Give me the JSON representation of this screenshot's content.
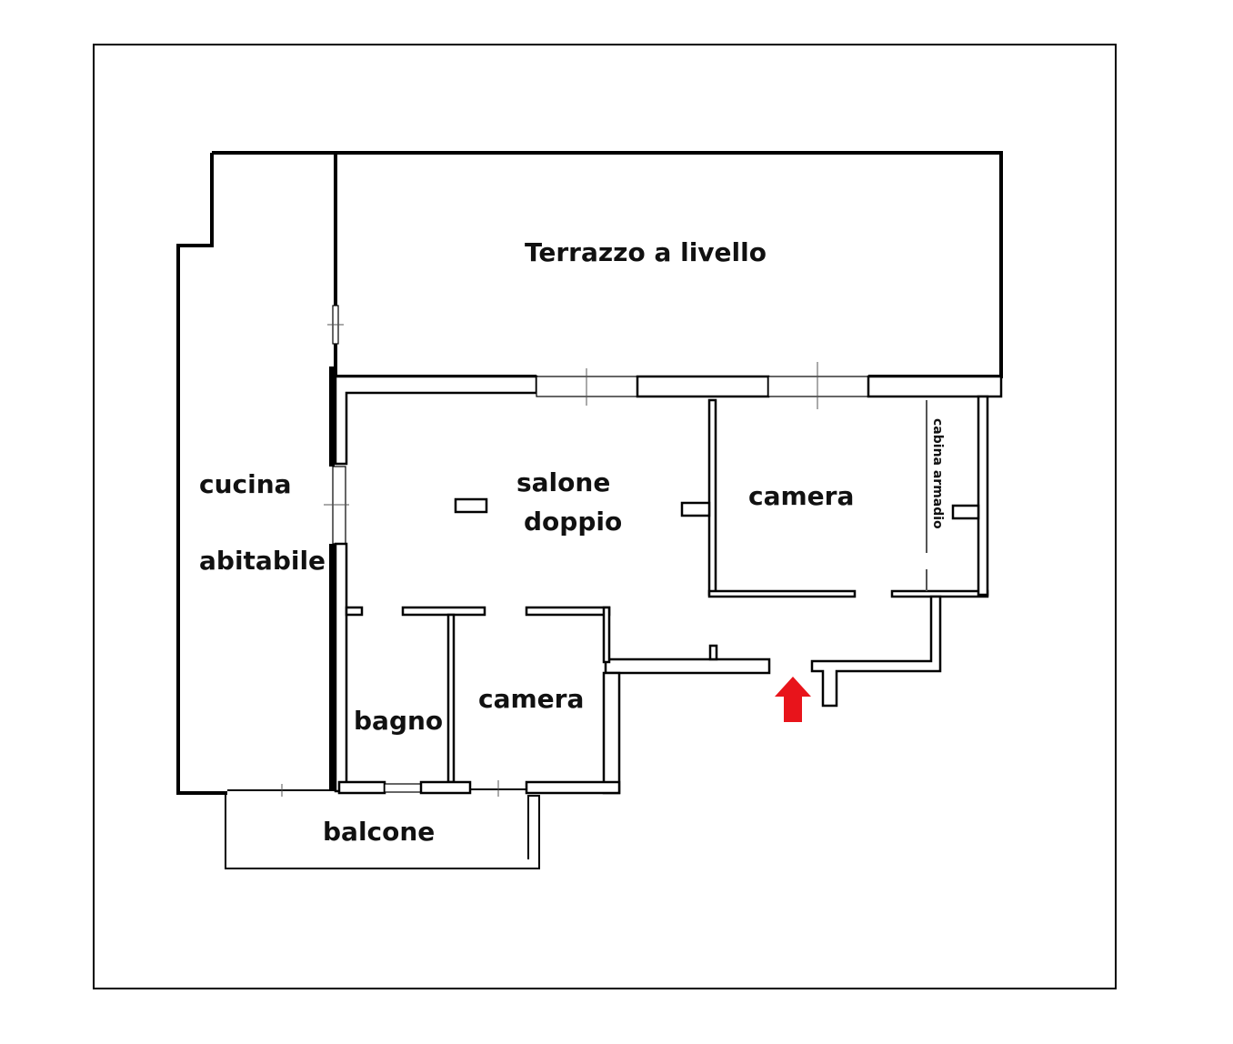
{
  "rooms": {
    "terrazzo": "Terrazzo a livello",
    "cucina_1": "cucina",
    "cucina_2": "abitabile",
    "salone_1": "salone",
    "salone_2": "doppio",
    "camera_right": "camera",
    "cabina": "cabina armadio",
    "bagno": "bagno",
    "camera_bottom": "camera",
    "balcone": "balcone"
  },
  "colors": {
    "entrance_arrow": "#e8141b",
    "walls": "#000000"
  },
  "icons": {
    "entrance": "arrow-up-icon"
  }
}
